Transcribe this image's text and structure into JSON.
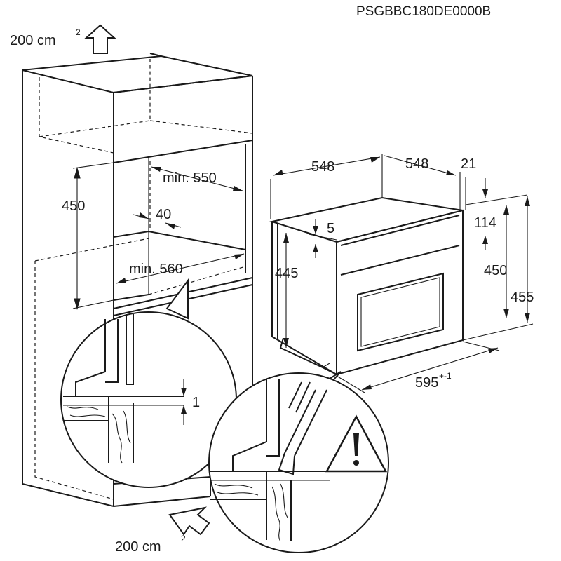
{
  "doc_code": "PSGBBC180DE0000B",
  "ventilation": {
    "top_value": "200 cm",
    "top_exp": "2",
    "bottom_value": "200 cm",
    "bottom_exp": "2"
  },
  "cabinet_dims": {
    "height_450": "450",
    "min_550": "min. 550",
    "depth_40": "40",
    "min_560": "min. 560"
  },
  "oven_dims": {
    "depth_548_left": "548",
    "depth_548_right": "548",
    "front_21": "21",
    "gap_5": "5",
    "height_445": "445",
    "panel_114": "114",
    "height_450": "450",
    "height_455": "455",
    "width_595": "595",
    "width_tol": "+-1"
  },
  "detail": {
    "gap_1": "1",
    "warning_icon": "warning-triangle-icon"
  }
}
